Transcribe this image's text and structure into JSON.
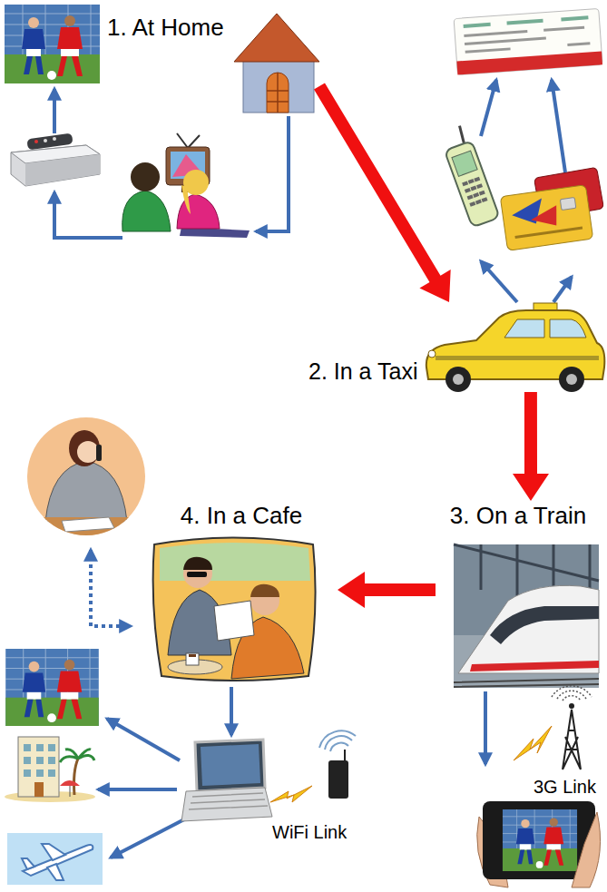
{
  "diagram": {
    "nodes": [
      {
        "text": [
          "1. At Home"
        ]
      },
      {
        "text": [
          "2. In a Taxi"
        ]
      },
      {
        "text": [
          "3. On a Train"
        ]
      },
      {
        "text": [
          "4. In a Cafe"
        ]
      }
    ],
    "edges": [
      {
        "from": 0,
        "to": 1,
        "arrow": "to"
      },
      {
        "from": 1,
        "to": 2,
        "arrow": "to"
      },
      {
        "from": 2,
        "to": 3,
        "arrow": "to"
      }
    ],
    "labels": [
      "3G Link",
      "WiFi Link"
    ]
  }
}
